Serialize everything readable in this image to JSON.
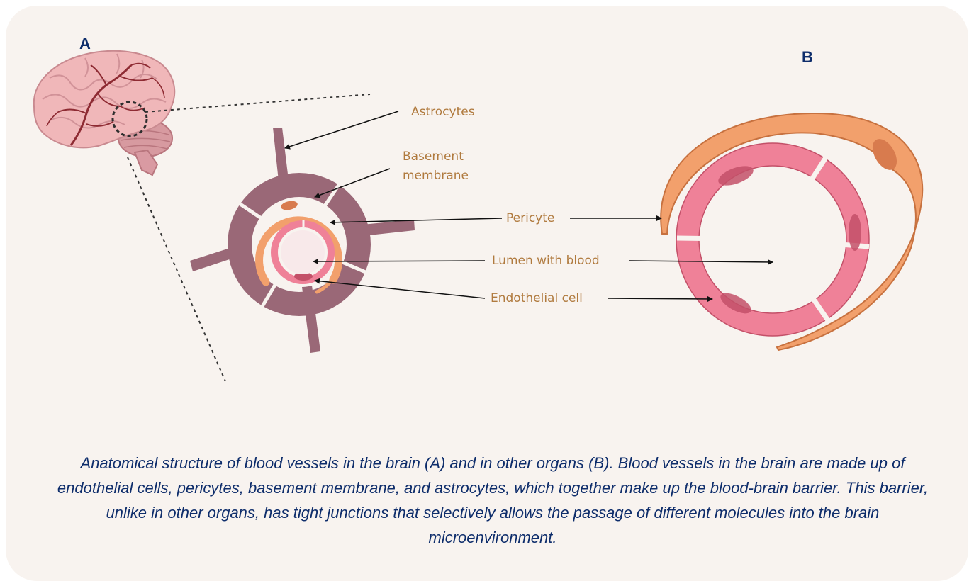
{
  "panels": {
    "a": "A",
    "b": "B"
  },
  "labels": {
    "astrocytes": "Astrocytes",
    "basement_membrane_line1": "Basement",
    "basement_membrane_line2": "membrane",
    "pericyte": "Pericyte",
    "lumen": "Lumen with blood",
    "endothelial": "Endothelial cell"
  },
  "caption": "Anatomical structure of blood vessels in the brain (A) and in other organs (B). Blood vessels in the brain are made up of endothelial cells, pericytes, basement membrane, and astrocytes, which together make up the blood-brain barrier. This barrier, unlike in other organs, has tight junctions that selectively allows the passage of different molecules into the brain microenvironment.",
  "colors": {
    "background": "#f8f3ef",
    "astrocyte": "#9a6877",
    "pericyte": "#f2a06c",
    "endothelium": "#ef8198",
    "label_text": "#b07a3e",
    "caption_text": "#0e2d6b"
  }
}
